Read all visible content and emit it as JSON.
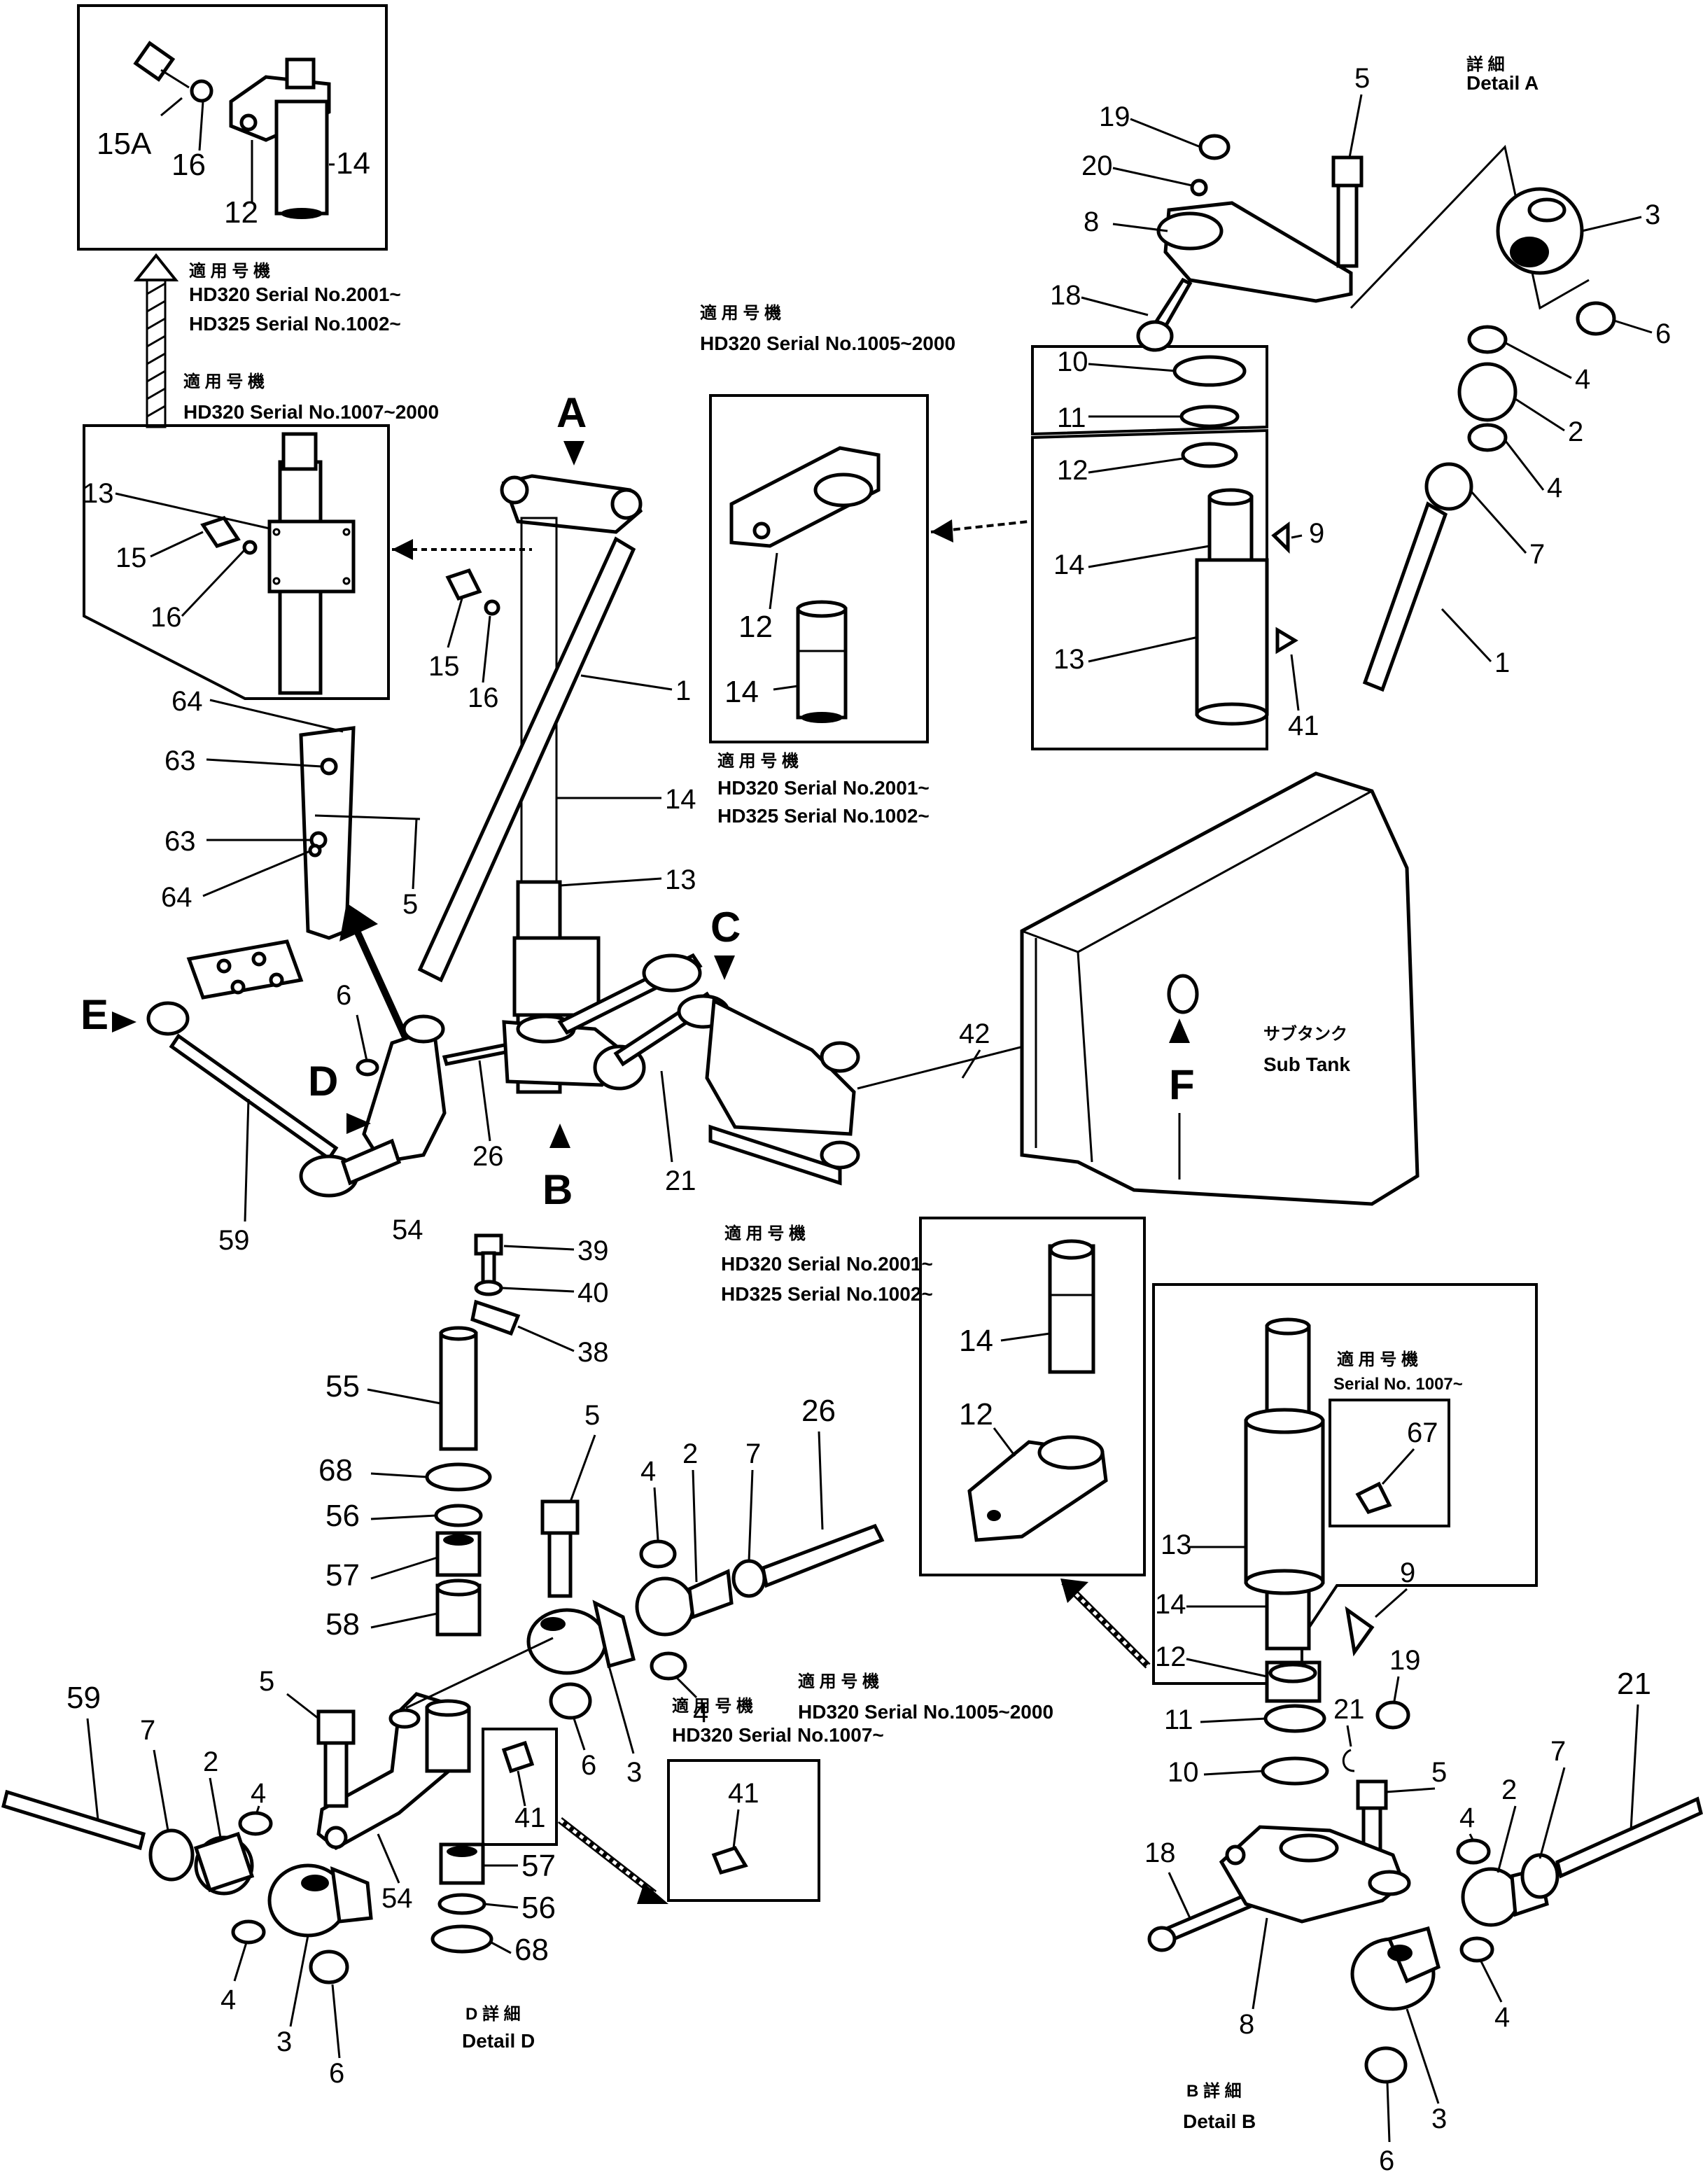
{
  "title": "",
  "boxes": {
    "top_left_detail": {
      "labels": [
        "15A",
        "16",
        "12",
        "14"
      ],
      "applicability": {
        "heading": "適 用 号 機",
        "lines": [
          "HD320 Serial No.2001~",
          "HD325 Serial No.1002~"
        ]
      }
    },
    "left_mid": {
      "applicability": {
        "heading": "適 用 号 機",
        "lines": [
          "HD320 Serial No.1007~2000"
        ]
      },
      "labels": [
        "13",
        "15",
        "16"
      ]
    },
    "center_top": {
      "applicability_right": {
        "heading": "適 用 号 機",
        "lines": [
          "HD320 Serial No.1005~2000"
        ]
      },
      "labels": [
        "12",
        "14"
      ],
      "applicability_below": {
        "heading": "適 用 号 機",
        "lines": [
          "HD320 Serial No.2001~",
          "HD325 Serial No.1002~"
        ]
      }
    },
    "right_top": {
      "labels": [
        "10",
        "11",
        "12",
        "9",
        "14",
        "13",
        "41"
      ]
    },
    "center_low": {
      "applicability": {
        "heading": "適 用 号 機",
        "lines": [
          "HD320 Serial No.2001~",
          "HD325 Serial No.1002~"
        ]
      },
      "labels": [
        "14",
        "12"
      ]
    },
    "right_low": {
      "sub_heading": "適 用 号 機",
      "sub_serial": "Serial No. 1007~",
      "labels": [
        "67",
        "13",
        "14",
        "12",
        "11",
        "10",
        "9"
      ],
      "applicability_left": {
        "heading": "適 用 号 機",
        "lines": [
          "HD320 Serial No.1005~2000"
        ]
      }
    },
    "detail_d_inset": {
      "applicability": {
        "heading": "適 用 号 機",
        "lines": [
          "HD320 Serial No.1007~"
        ]
      },
      "labels": [
        "41"
      ]
    }
  },
  "detail_labels": {
    "detail_a": {
      "jp": "詳 細",
      "en": "Detail A"
    },
    "detail_b": {
      "jp": "B 詳 細",
      "en": "Detail B"
    },
    "detail_d": {
      "jp": "D 詳 細",
      "en": "Detail D"
    }
  },
  "view_letters": [
    "A",
    "B",
    "C",
    "D",
    "E",
    "F"
  ],
  "sub_tank": {
    "jp": "サブタンク",
    "en": "Sub Tank"
  },
  "part_numbers": {
    "main": [
      "1",
      "14",
      "13",
      "15",
      "16",
      "64",
      "63",
      "63",
      "64",
      "5",
      "6",
      "26",
      "21",
      "42",
      "59",
      "54"
    ],
    "detail_a": [
      "19",
      "20",
      "5",
      "8",
      "18",
      "3",
      "6",
      "4",
      "2",
      "4",
      "7",
      "1"
    ],
    "detail_d": [
      "39",
      "40",
      "38",
      "55",
      "68",
      "56",
      "57",
      "58",
      "5",
      "4",
      "2",
      "7",
      "26",
      "4",
      "6",
      "3",
      "5",
      "59",
      "7",
      "2",
      "4",
      "4",
      "3",
      "6",
      "54",
      "41",
      "57",
      "56",
      "68"
    ],
    "detail_b": [
      "21",
      "19",
      "5",
      "18",
      "4",
      "2",
      "7",
      "21",
      "8",
      "4",
      "3",
      "6"
    ]
  }
}
